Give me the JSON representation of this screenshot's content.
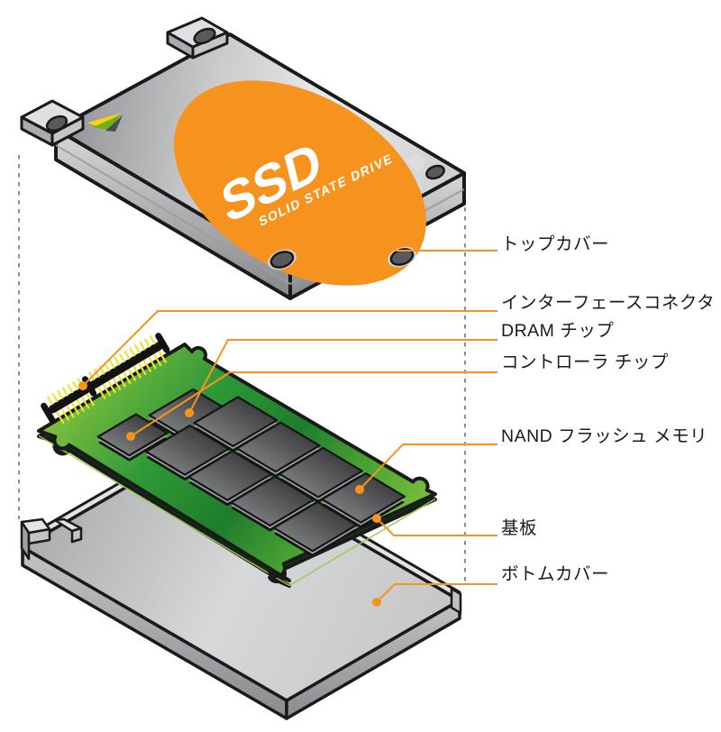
{
  "sticker": {
    "title": "SSD",
    "subtitle": "SOLID STATE DRIVE"
  },
  "labels": [
    {
      "id": "top-cover",
      "text": "トップカバー"
    },
    {
      "id": "interface-connector",
      "text": "インターフェースコネクタ"
    },
    {
      "id": "dram-chip",
      "text": "DRAM チップ"
    },
    {
      "id": "controller-chip",
      "text": "コントローラ チップ"
    },
    {
      "id": "nand-flash-memory",
      "text": "NAND フラッシュ メモリ"
    },
    {
      "id": "pcb",
      "text": "基板"
    },
    {
      "id": "bottom-cover",
      "text": "ボトムカバー"
    }
  ],
  "colors": {
    "accent_orange": "#F7941E",
    "sticker_orange": "#F6921E",
    "pcb_green": "#2E9636",
    "pin_yellow": "#EFE52F",
    "cover_gray": "#C9CACC",
    "chip_gray": "#58595B",
    "outline_black": "#1A1A1A",
    "dash_gray": "#8A8C8E"
  },
  "icons": [
    {
      "name": "brand-arrow-icon"
    }
  ]
}
